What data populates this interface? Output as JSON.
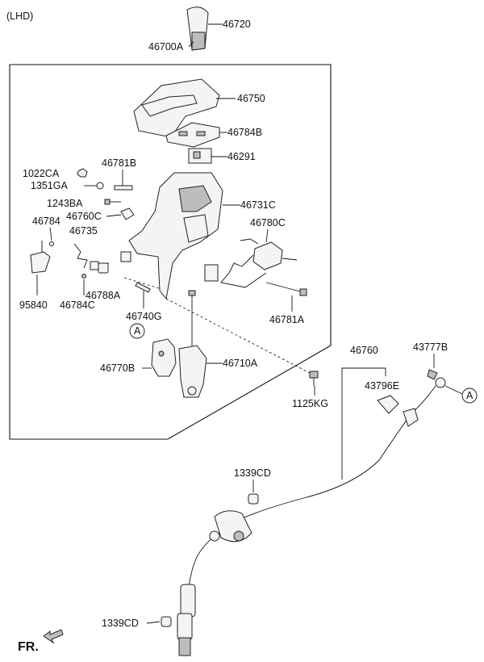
{
  "header": {
    "variant": "(LHD)"
  },
  "labels": {
    "knob": "46720",
    "assy": "46700A",
    "cover": "46750",
    "plate": "46784B",
    "switch": "46291",
    "pin": "46781B",
    "nut_1022": "1022CA",
    "washer": "1351GA",
    "bolt_1243": "1243BA",
    "bracket_760": "46760C",
    "clip_784": "46784",
    "spring": "46735",
    "housing": "46731C",
    "solenoid": "46780C",
    "sensor": "95840",
    "clip_784c": "46784C",
    "bushing": "46788A",
    "pin_740": "46740G",
    "bolt_781a": "46781A",
    "lever": "46770B",
    "shaft": "46710A",
    "bolt_1125": "1125KG",
    "cable": "46760",
    "clip_437": "43777B",
    "bracket_437": "43796E",
    "grommet_top": "1339CD",
    "grommet_bottom": "1339CD",
    "ref_a_left": "A",
    "ref_a_right": "A"
  },
  "footer": {
    "direction": "FR."
  }
}
